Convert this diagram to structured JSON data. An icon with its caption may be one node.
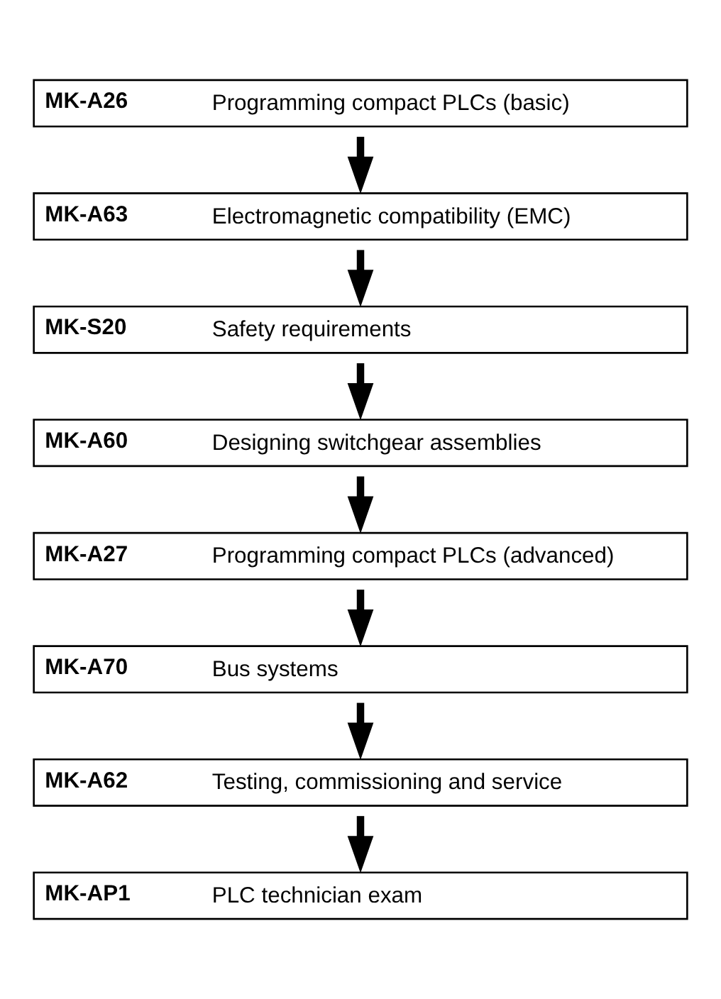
{
  "diagram": {
    "nodes": [
      {
        "text": [
          "MK-A26",
          "Programming compact PLCs (basic)"
        ]
      },
      {
        "text": [
          "MK-A63",
          "Electromagnetic compatibility (EMC)"
        ]
      },
      {
        "text": [
          "MK-S20",
          "Safety requirements"
        ]
      },
      {
        "text": [
          "MK-A60",
          "Designing switchgear assemblies"
        ]
      },
      {
        "text": [
          "MK-A27",
          "Programming compact PLCs (advanced)"
        ]
      },
      {
        "text": [
          "MK-A70",
          "Bus systems"
        ]
      },
      {
        "text": [
          "MK-A62",
          "Testing, commissioning and service"
        ]
      },
      {
        "text": [
          "MK-AP1",
          "PLC technician exam"
        ]
      }
    ],
    "edges": [
      {
        "from": 0,
        "to": 1,
        "arrow": "to"
      },
      {
        "from": 1,
        "to": 2,
        "arrow": "to"
      },
      {
        "from": 2,
        "to": 3,
        "arrow": "to"
      },
      {
        "from": 3,
        "to": 4,
        "arrow": "to"
      },
      {
        "from": 4,
        "to": 5,
        "arrow": "to"
      },
      {
        "from": 5,
        "to": 6,
        "arrow": "to"
      },
      {
        "from": 6,
        "to": 7,
        "arrow": "to"
      }
    ]
  }
}
